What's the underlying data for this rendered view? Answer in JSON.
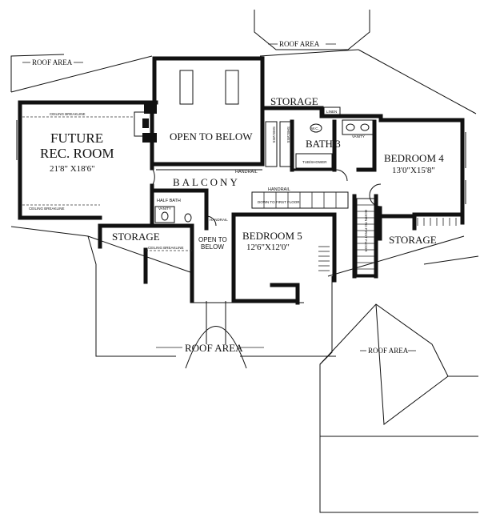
{
  "rooms": {
    "future_rec_room": {
      "line1": "FUTURE",
      "line2": "REC. ROOM",
      "dims": "21'8\" X18'6\""
    },
    "open_to_below_top": {
      "label": "OPEN TO BELOW"
    },
    "open_to_below_small": {
      "line1": "OPEN TO",
      "line2": "BELOW"
    },
    "bedroom4": {
      "name": "BEDROOM 4",
      "dims": "13'0\"X15'8\""
    },
    "bedroom5": {
      "name": "BEDROOM 5",
      "dims": "12'6\"X12'0\""
    },
    "bath3": {
      "name": "BATH 3"
    },
    "half_bath": {
      "name": "HALF BATH"
    },
    "balcony": {
      "label": "BALCONY"
    },
    "storage_top": {
      "label": "STORAGE"
    },
    "storage_left": {
      "label": "STORAGE"
    },
    "storage_right": {
      "label": "STORAGE"
    }
  },
  "roof_areas": {
    "top_left": "ROOF AREA",
    "top_center": "ROOF AREA",
    "bottom_center": "ROOF AREA",
    "bottom_right": "ROOF AREA"
  },
  "annotations": {
    "ceiling_breakline_top": "CEILING BREAKLINE",
    "ceiling_breakline_left": "CEILING BREAKLINE",
    "ceiling_breakline_storage": "CEILING BREAKLINE",
    "handrail_balcony": "HANDRAIL",
    "handrail_stair": "HANDRAIL",
    "handrail_lower": "HANDRAIL",
    "down_to_first_floor": "DOWN TO FIRST FLOOR",
    "down_to_first_floor_vertical": "DOWN TO FIRST FLOOR",
    "shelves_1": "SHELVES",
    "shelves_2": "SHELVES",
    "linen": "LINEN",
    "vanity_bath3": "VANITY",
    "vanity_halfbath": "VANITY",
    "tub_shower": "TUB/SHOWER",
    "wc": "W.C."
  }
}
